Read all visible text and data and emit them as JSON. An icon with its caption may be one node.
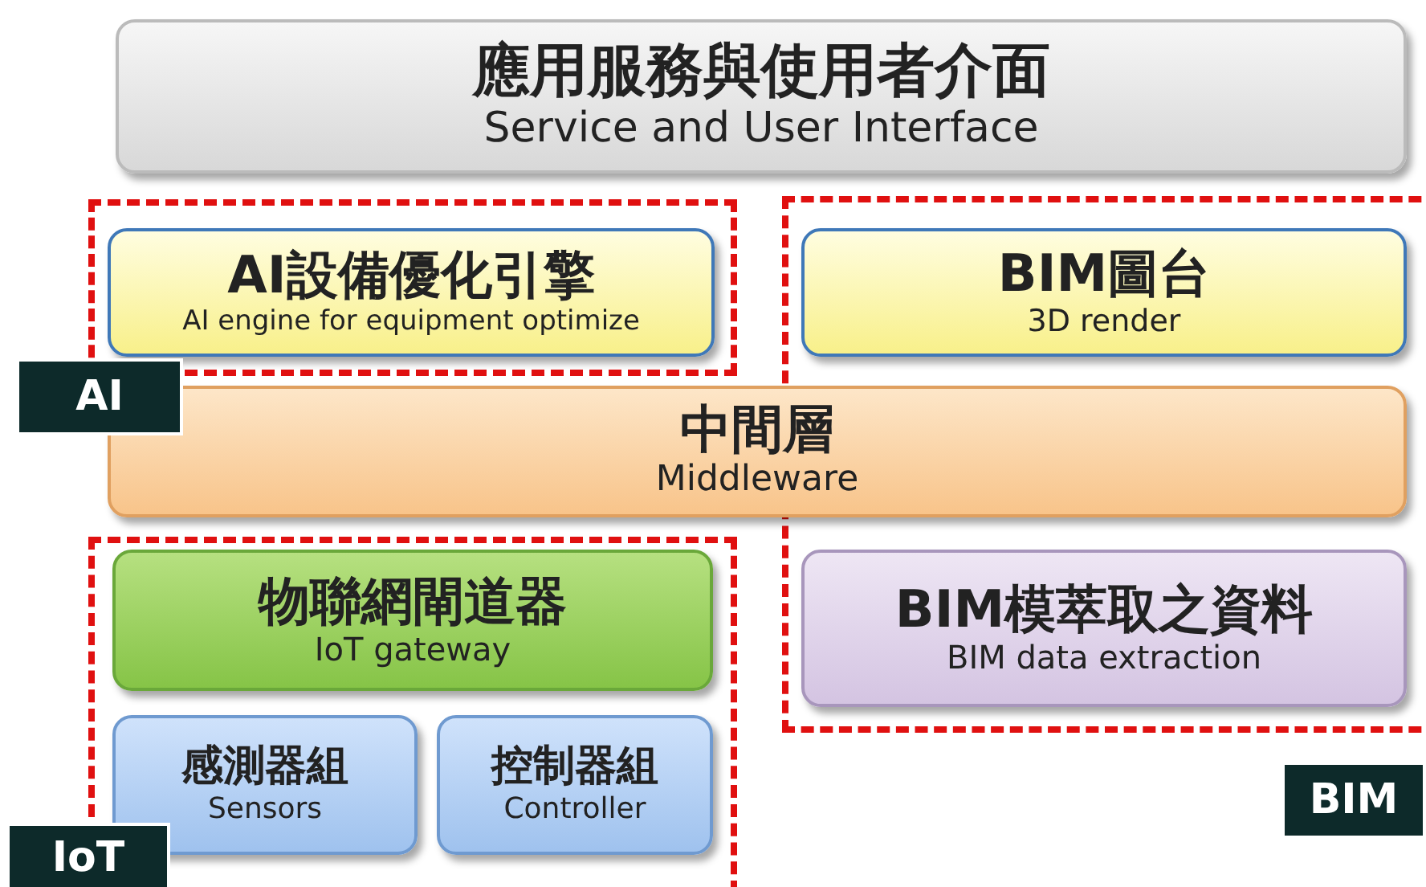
{
  "diagram": {
    "nodes": [
      {
        "text": [
          "應用服務與使用者介面",
          "Service and User Interface"
        ]
      },
      {
        "text": [
          "AI"
        ]
      },
      {
        "text": [
          "AI設備優化引擎",
          "AI engine for equipment optimize"
        ],
        "in": 1
      },
      {
        "text": [
          "BIM"
        ]
      },
      {
        "text": [
          "BIM圖台",
          "3D render"
        ],
        "in": 3
      },
      {
        "text": [
          "中間層",
          "Middleware"
        ]
      },
      {
        "text": [
          "IoT"
        ]
      },
      {
        "text": [
          "物聯網閘道器",
          "IoT gateway"
        ],
        "in": 6
      },
      {
        "text": [
          "BIM模萃取之資料",
          "BIM data extraction"
        ],
        "in": 3
      },
      {
        "text": [
          "感測器組",
          "Sensors"
        ],
        "in": 6
      },
      {
        "text": [
          "控制器組",
          "Controller"
        ],
        "in": 6
      }
    ]
  }
}
